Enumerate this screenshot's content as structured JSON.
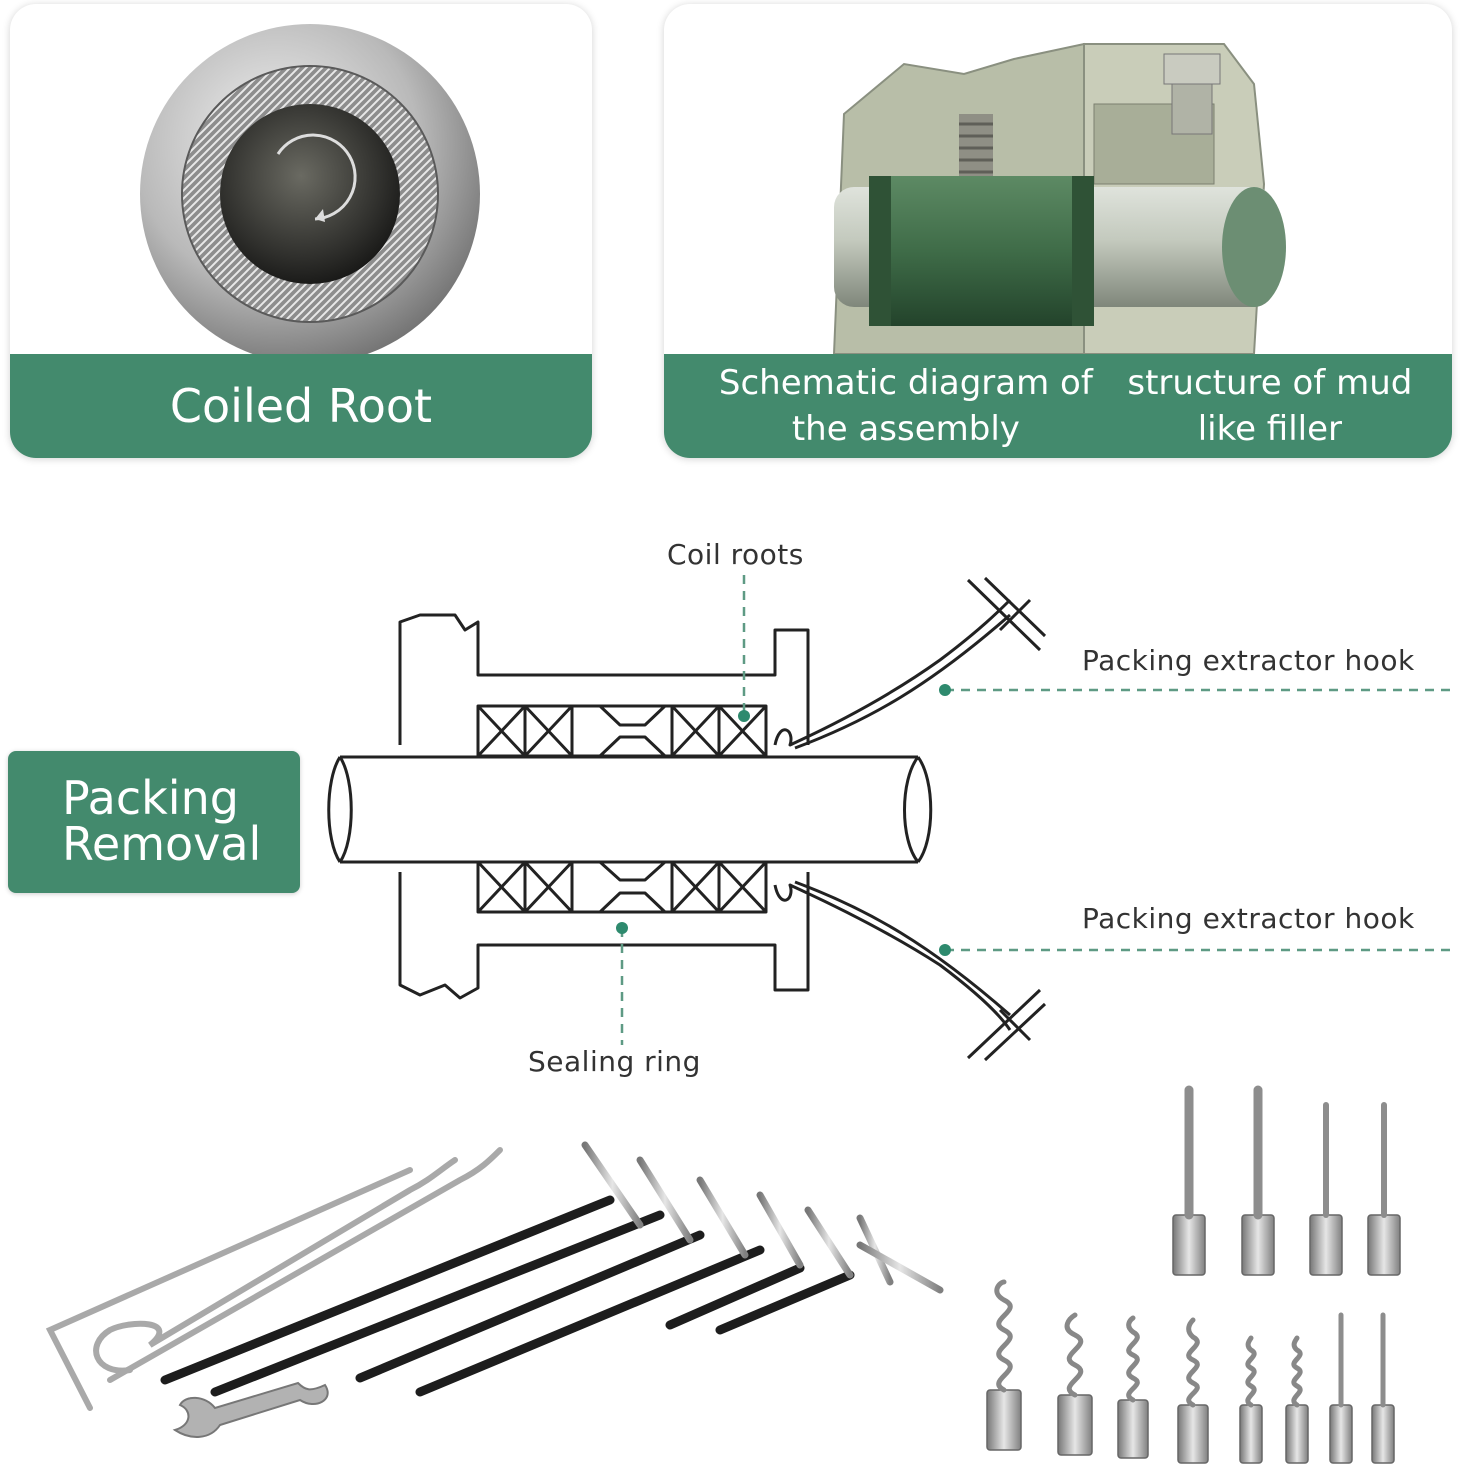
{
  "top_left_card": {
    "caption": "Coiled Root",
    "image": "coiled-root-packing-ring-photo"
  },
  "top_right_card": {
    "caption_line1": "Schematic diagram of the assembly",
    "caption_line2": "structure of mud like filler",
    "image": "stuffing-box-assembly-illustration"
  },
  "packing_removal": {
    "line1": "Packing",
    "line2": "Removal"
  },
  "diagram_labels": {
    "coil_roots": "Coil roots",
    "hook_top": "Packing extractor hook",
    "hook_bottom": "Packing extractor hook",
    "sealing_ring": "Sealing ring"
  },
  "colors": {
    "accent": "#438a6d",
    "dashed_leader": "#5e9a84"
  }
}
